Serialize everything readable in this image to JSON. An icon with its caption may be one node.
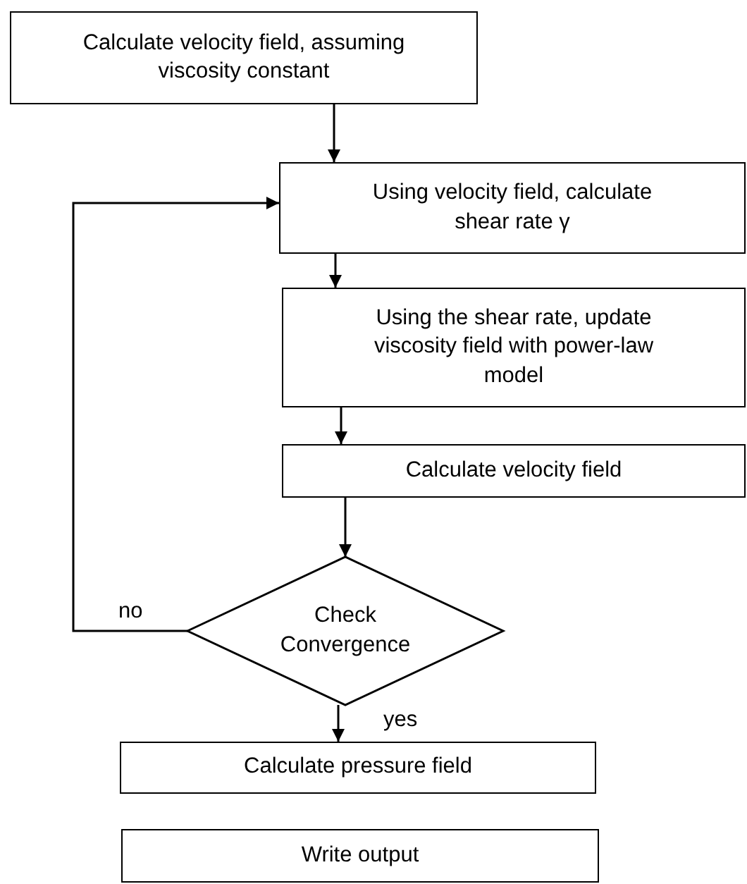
{
  "diagram": {
    "nodes": [
      {
        "text": [
          "Calculate velocity field, assuming viscosity constant"
        ]
      },
      {
        "text": [
          "Using velocity field, calculate shear rate γ"
        ]
      },
      {
        "text": [
          "Using the shear rate, update viscosity field with power-law model"
        ]
      },
      {
        "text": [
          "Calculate velocity field"
        ]
      },
      {
        "text": [
          "Check Convergence"
        ]
      },
      {
        "text": [
          "Calculate pressure field"
        ]
      },
      {
        "text": [
          "Write output"
        ]
      }
    ],
    "edges": [
      {
        "from": 0,
        "to": 1,
        "arrow": "to"
      },
      {
        "from": 1,
        "to": 2,
        "arrow": "to"
      },
      {
        "from": 2,
        "to": 3,
        "arrow": "to"
      },
      {
        "from": 3,
        "to": 4,
        "arrow": "to"
      },
      {
        "from": 4,
        "to": 1,
        "arrow": "to",
        "label": "no"
      },
      {
        "from": 4,
        "to": 5,
        "arrow": "to",
        "label": "yes"
      }
    ]
  }
}
